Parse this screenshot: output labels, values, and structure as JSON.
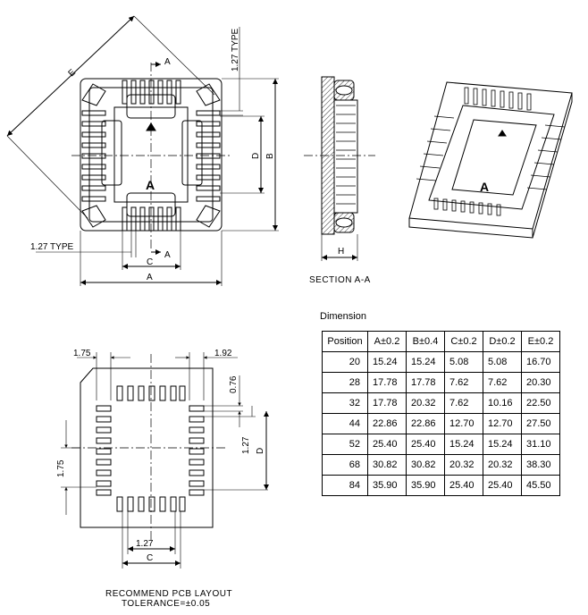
{
  "top_view": {
    "label_a_top": "A",
    "label_a_bottom": "A",
    "label_pitch_top": "1.27 TYPE",
    "label_pitch_bottom": "1.27 TYPE",
    "label_c": "C",
    "label_a_width": "A",
    "label_b": "B",
    "label_d": "D",
    "label_e": "E",
    "center_mark": "A"
  },
  "section": {
    "label_h": "H",
    "caption": "SECTION   A-A"
  },
  "iso_view": {
    "center_mark": "A"
  },
  "pcb_layout": {
    "dim_175_top": "1.75",
    "dim_192": "1.92",
    "dim_076": "0.76",
    "dim_127_right": "1.27",
    "dim_d": "D",
    "dim_175_left": "1.75",
    "dim_127_bottom": "1.27",
    "dim_c": "C",
    "caption_line1": "RECOMMEND  PCB  LAYOUT",
    "caption_line2": "TOLERANCE=±0.05"
  },
  "dimension_table": {
    "title": "Dimension",
    "headers": [
      "Position",
      "A±0.2",
      "B±0.4",
      "C±0.2",
      "D±0.2",
      "E±0.2"
    ],
    "rows": [
      [
        "20",
        "15.24",
        "15.24",
        "5.08",
        "5.08",
        "16.70"
      ],
      [
        "28",
        "17.78",
        "17.78",
        "7.62",
        "7.62",
        "20.30"
      ],
      [
        "32",
        "17.78",
        "20.32",
        "7.62",
        "10.16",
        "22.50"
      ],
      [
        "44",
        "22.86",
        "22.86",
        "12.70",
        "12.70",
        "27.50"
      ],
      [
        "52",
        "25.40",
        "25.40",
        "15.24",
        "15.24",
        "31.10"
      ],
      [
        "68",
        "30.82",
        "30.82",
        "20.32",
        "20.32",
        "38.30"
      ],
      [
        "84",
        "35.90",
        "35.90",
        "25.40",
        "25.40",
        "45.50"
      ]
    ]
  }
}
